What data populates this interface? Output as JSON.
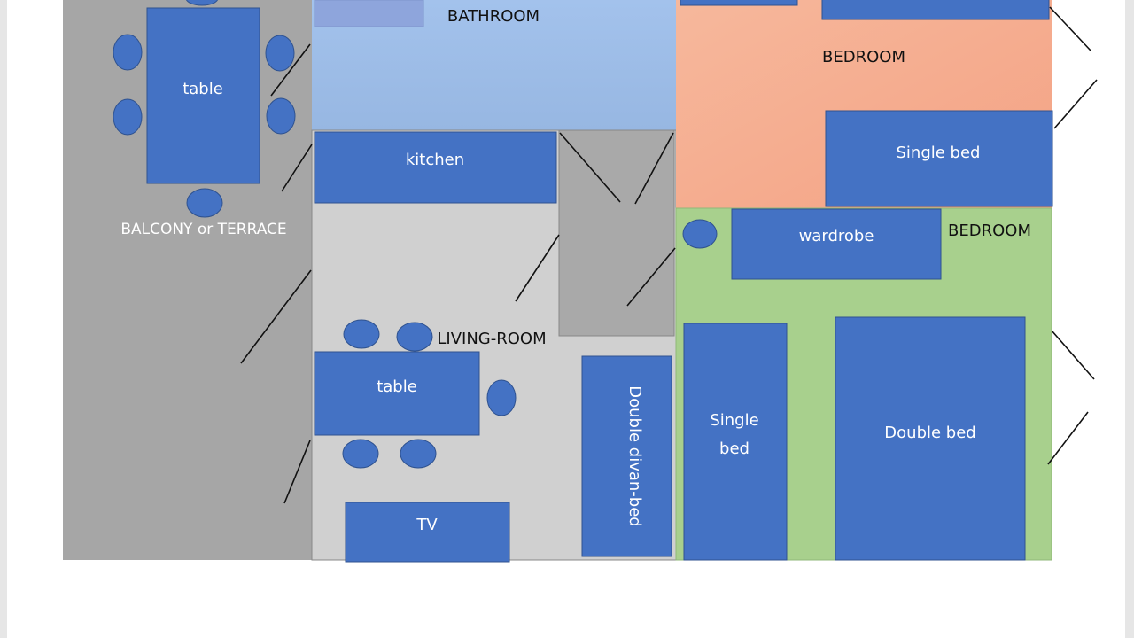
{
  "colors": {
    "furniture": "#4472c4",
    "balcony": "#a6a6a6",
    "bathroom": "#9dbde6",
    "living_room": "#d0d0d0",
    "hallway": "#a9a9a9",
    "bedroom_1": "#f5a88a",
    "bedroom_2": "#a8d08d"
  },
  "rooms": {
    "balcony": "BALCONY or TERRACE",
    "bathroom": "BATHROOM",
    "living_room": "LIVING-ROOM",
    "bedroom_1": "BEDROOM",
    "bedroom_2": "BEDROOM"
  },
  "furniture": {
    "balcony_table": "table",
    "kitchen": "kitchen",
    "living_table": "table",
    "tv": "TV",
    "divan": "Double divan-bed",
    "bedroom1_bed": "Single bed",
    "wardrobe": "wardrobe",
    "bedroom2_single_bed_line1": "Single",
    "bedroom2_single_bed_line2": "bed",
    "double_bed": "Double bed"
  }
}
